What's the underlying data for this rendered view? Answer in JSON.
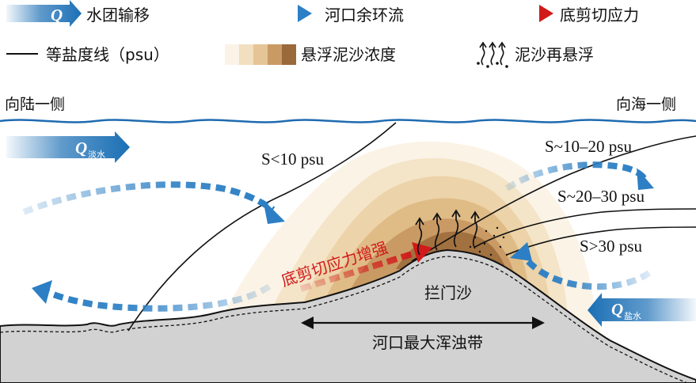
{
  "legend": {
    "water_transport": {
      "symbol": "Q",
      "label": "水团输移"
    },
    "residual_circulation": {
      "label": "河口余环流"
    },
    "bottom_shear": {
      "label": "底剪切应力"
    },
    "isohaline": {
      "label": "等盐度线（psu）"
    },
    "ssc": {
      "label": "悬浮泥沙浓度"
    },
    "resuspension": {
      "label": "泥沙再悬浮"
    }
  },
  "sides": {
    "land": "向陆一侧",
    "sea": "向海一侧"
  },
  "flows": {
    "fresh": {
      "symbol": "Q",
      "subscript": "淡水"
    },
    "salt": {
      "symbol": "Q",
      "subscript": "盐水"
    }
  },
  "isohalines": [
    "S<10 psu",
    "S~10–20 psu",
    "S~20–30 psu",
    "S>30 psu"
  ],
  "labels": {
    "shear_enhanced": "底剪切应力增强",
    "sand_bar": "拦门沙",
    "etm": "河口最大浑浊带"
  },
  "colors": {
    "flow_blue": "#1b6fb5",
    "circulation_blue": "#2c7fc4",
    "shear_red": "#d11a1a",
    "seabed_gray": "#d2d2d2",
    "surface_blue": "#1e6bb0",
    "ssc_light": "#f7ecd8",
    "ssc_dark": "#9a6a3a"
  },
  "icons": [
    "q-arrow-icon",
    "dashed-arrow-icon",
    "red-dashed-arrow-icon",
    "resuspension-icon"
  ]
}
